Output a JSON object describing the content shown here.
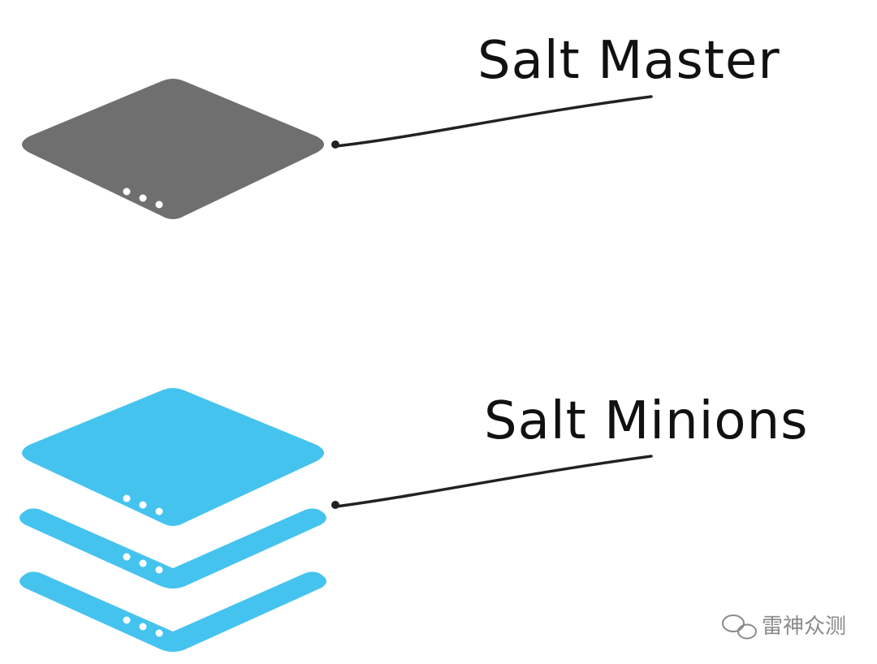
{
  "nodes": {
    "master": {
      "label": "Salt Master",
      "color": "#6f6f6f"
    },
    "minions": {
      "label": "Salt Minions",
      "color": "#45c3ef"
    }
  },
  "connector_color": "#222222",
  "watermark": {
    "text": "雷神众测",
    "icon": "wechat-icon",
    "color": "#8a8a8a"
  }
}
